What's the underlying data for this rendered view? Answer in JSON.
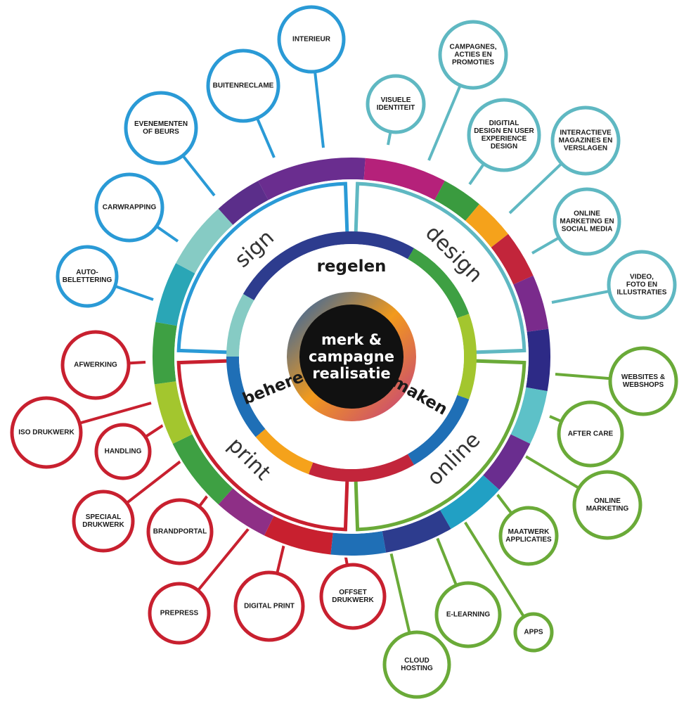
{
  "colors": {
    "sign": "#2a9ad6",
    "design": "#5fb8c2",
    "print": "#c8202f",
    "online": "#6aaa38",
    "center": "#111111"
  },
  "center": {
    "lines": [
      "merk &",
      "campagne",
      "realisatie"
    ]
  },
  "inner_ring": {
    "regelen": "regelen",
    "maken": "maken",
    "beheren": "beheren"
  },
  "quadrants": {
    "sign": "sign",
    "design": "design",
    "online": "online",
    "print": "print"
  },
  "nodes": [
    {
      "id": "interieur",
      "group": "sign",
      "lines": [
        "INTERIEUR"
      ]
    },
    {
      "id": "buitenreclame",
      "group": "sign",
      "lines": [
        "BUITENRECLAME"
      ]
    },
    {
      "id": "evenementen",
      "group": "sign",
      "lines": [
        "EVENEMENTEN",
        "OF BEURS"
      ]
    },
    {
      "id": "carwrapping",
      "group": "sign",
      "lines": [
        "CARWRAPPING"
      ]
    },
    {
      "id": "autobelettering",
      "group": "sign",
      "lines": [
        "AUTO-",
        "BELETTERING"
      ]
    },
    {
      "id": "visuele",
      "group": "design",
      "lines": [
        "VISUELE",
        "IDENTITEIT"
      ]
    },
    {
      "id": "campagnes",
      "group": "design",
      "lines": [
        "CAMPAGNES,",
        "ACTIES EN",
        "PROMOTIES"
      ]
    },
    {
      "id": "digitial",
      "group": "design",
      "lines": [
        "DIGITIAL",
        "DESIGN EN USER",
        "EXPERIENCE",
        "DESIGN"
      ]
    },
    {
      "id": "interactieve",
      "group": "design",
      "lines": [
        "INTERACTIEVE",
        "MAGAZINES EN",
        "VERSLAGEN"
      ]
    },
    {
      "id": "onlinemarketing-social",
      "group": "design",
      "lines": [
        "ONLINE",
        "MARKETING EN",
        "SOCIAL MEDIA"
      ]
    },
    {
      "id": "video",
      "group": "design",
      "lines": [
        "VIDEO,",
        "FOTO EN",
        "ILLUSTRATIES"
      ]
    },
    {
      "id": "websites",
      "group": "online",
      "lines": [
        "WEBSITES &",
        "WEBSHOPS"
      ]
    },
    {
      "id": "aftercare",
      "group": "online",
      "lines": [
        "AFTER CARE"
      ]
    },
    {
      "id": "onlinemarketing",
      "group": "online",
      "lines": [
        "ONLINE",
        "MARKETING"
      ]
    },
    {
      "id": "maatwerk",
      "group": "online",
      "lines": [
        "MAATWERK",
        "APPLICATIES"
      ]
    },
    {
      "id": "apps",
      "group": "online",
      "lines": [
        "APPS"
      ]
    },
    {
      "id": "elearning",
      "group": "online",
      "lines": [
        "E-LEARNING"
      ]
    },
    {
      "id": "cloudhosting",
      "group": "online",
      "lines": [
        "CLOUD",
        "HOSTING"
      ]
    },
    {
      "id": "offset",
      "group": "print",
      "lines": [
        "OFFSET",
        "DRUKWERK"
      ]
    },
    {
      "id": "digitalprint",
      "group": "print",
      "lines": [
        "DIGITAL PRINT"
      ]
    },
    {
      "id": "prepress",
      "group": "print",
      "lines": [
        "PREPRESS"
      ]
    },
    {
      "id": "brandportal",
      "group": "print",
      "lines": [
        "BRANDPORTAL"
      ]
    },
    {
      "id": "speciaal",
      "group": "print",
      "lines": [
        "SPECIAAL",
        "DRUKWERK"
      ]
    },
    {
      "id": "handling",
      "group": "print",
      "lines": [
        "HANDLING"
      ]
    },
    {
      "id": "iso",
      "group": "print",
      "lines": [
        "ISO DRUKWERK"
      ]
    },
    {
      "id": "afwerking",
      "group": "print",
      "lines": [
        "AFWERKING"
      ]
    }
  ]
}
